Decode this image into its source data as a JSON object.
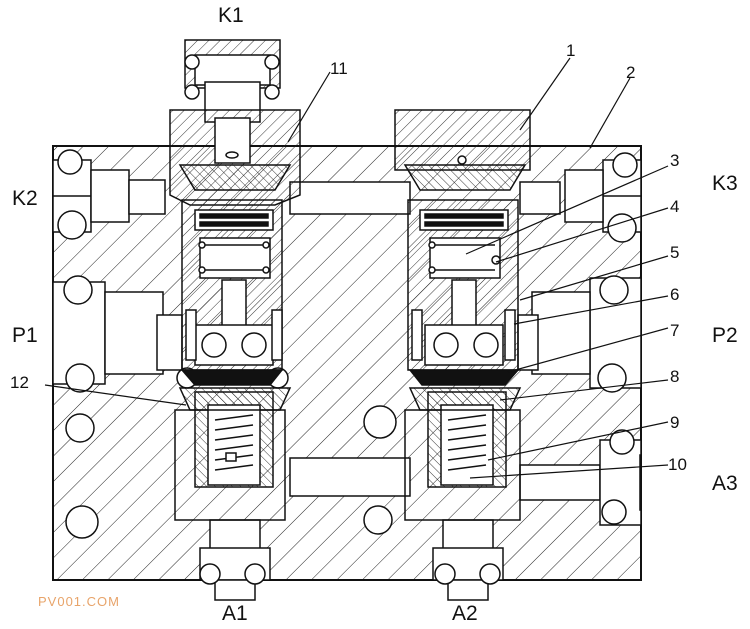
{
  "diagram": {
    "ports": {
      "k1": "K1",
      "k2": "K2",
      "k3": "K3",
      "p1": "P1",
      "p2": "P2",
      "a1": "A1",
      "a2": "A2",
      "a3": "A3"
    },
    "parts": [
      "1",
      "2",
      "3",
      "4",
      "5",
      "6",
      "7",
      "8",
      "9",
      "10",
      "11",
      "12"
    ],
    "watermark": "PV001.COM"
  }
}
